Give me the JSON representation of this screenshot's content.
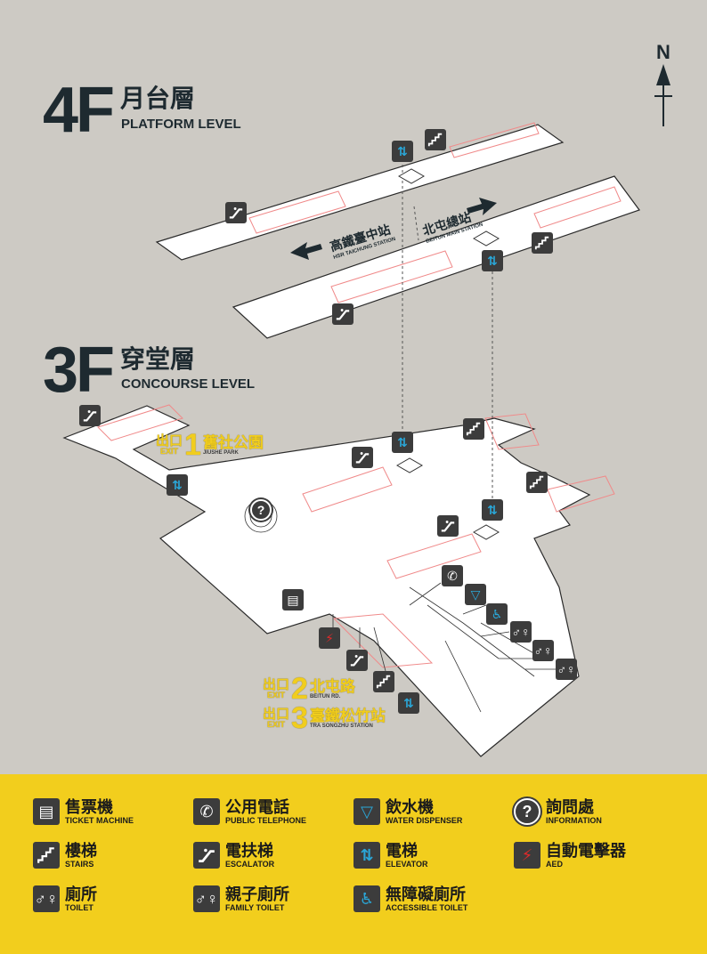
{
  "floors": {
    "f4": {
      "num": "4F",
      "zh": "月台層",
      "en": "PLATFORM LEVEL"
    },
    "f3": {
      "num": "3F",
      "zh": "穿堂層",
      "en": "CONCOURSE LEVEL"
    }
  },
  "north": "N",
  "directions": {
    "hsr": {
      "zh": "高鐵臺中站",
      "en": "HSR TAICHUNG STATION"
    },
    "beitun": {
      "zh": "北屯總站",
      "en": "BEITUN MAIN STATION"
    }
  },
  "exits": [
    {
      "tag_zh": "出口",
      "tag_en": "EXIT",
      "num": "1",
      "zh": "舊社公園",
      "en": "JIUSHE PARK"
    },
    {
      "tag_zh": "出口",
      "tag_en": "EXIT",
      "num": "2",
      "zh": "北屯路",
      "en": "BEITUN RD."
    },
    {
      "tag_zh": "出口",
      "tag_en": "EXIT",
      "num": "3",
      "zh": "臺鐵松竹站",
      "en": "TRA SONGZHU STATION"
    }
  ],
  "aed_label": "AED",
  "legend": [
    {
      "zh": "售票機",
      "en": "TICKET MACHINE",
      "icon": "ticket-machine"
    },
    {
      "zh": "公用電話",
      "en": "PUBLIC TELEPHONE",
      "icon": "telephone"
    },
    {
      "zh": "飲水機",
      "en": "WATER DISPENSER",
      "icon": "water"
    },
    {
      "zh": "詢問處",
      "en": "INFORMATION",
      "icon": "information"
    },
    {
      "zh": "樓梯",
      "en": "STAIRS",
      "icon": "stairs"
    },
    {
      "zh": "電扶梯",
      "en": "ESCALATOR",
      "icon": "escalator"
    },
    {
      "zh": "電梯",
      "en": "ELEVATOR",
      "icon": "elevator"
    },
    {
      "zh": "自動電擊器",
      "en": "AED",
      "icon": "aed"
    },
    {
      "zh": "廁所",
      "en": "TOILET",
      "icon": "toilet"
    },
    {
      "zh": "親子廁所",
      "en": "FAMILY TOILET",
      "icon": "family-toilet"
    },
    {
      "zh": "無障礙廁所",
      "en": "ACCESSIBLE TOILET",
      "icon": "accessible-toilet"
    }
  ],
  "colors": {
    "background": "#cdcac4",
    "legend": "#f2ce1d",
    "exit": "#f1cd1d",
    "track": "#f08a8a",
    "icon": "#3c3c3c",
    "elevator": "#2aa7d8",
    "aed": "#e02a2a"
  }
}
